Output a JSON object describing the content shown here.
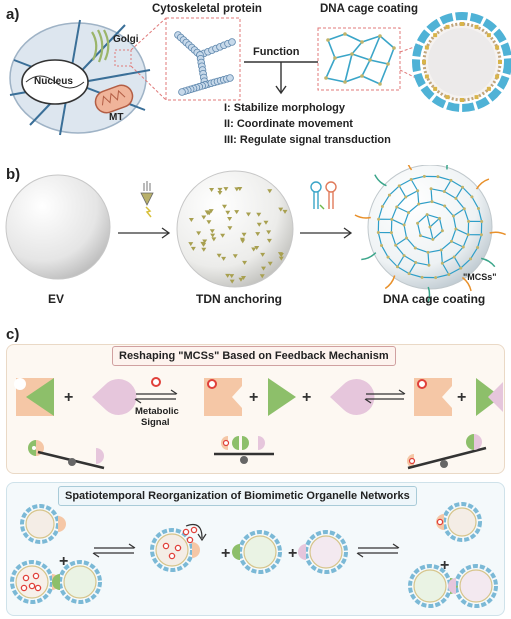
{
  "panel_a": {
    "label": "a)",
    "cell": {
      "nucleus": "Nucleus",
      "golgi": "Golgi",
      "mt": "MT"
    },
    "cytoskeletal_title": "Cytoskeletal protein",
    "dna_cage_title": "DNA cage coating",
    "function_label": "Function",
    "functions": [
      "I: Stabilize morphology",
      "II: Coordinate movement",
      "III: Regulate signal transduction"
    ]
  },
  "panel_b": {
    "label": "b)",
    "steps": [
      "EV",
      "TDN anchoring",
      "DNA cage coating"
    ],
    "mcs_tag": "\"MCSs\""
  },
  "panel_c": {
    "label": "c)",
    "box1_title": "Reshaping \"MCSs\" Based on Feedback Mechanism",
    "metabolic_signal": "Metabolic\nSignal",
    "metabolic_line1": "Metabolic",
    "metabolic_line2": "Signal",
    "box2_title": "Spatiotemporal Reorganization of Biomimetic Organelle Networks"
  },
  "colors": {
    "cytoskeleton": "#7aa6c9",
    "cage": "#3aa5c8",
    "pink_outline": "#e08a8a",
    "green": "#8dbf6a",
    "lilac": "#e6c6dc",
    "peach": "#f5c7a6",
    "box1_bg": "#fdf8f2",
    "box2_bg": "#f4f9fb",
    "red": "#e0403a"
  }
}
